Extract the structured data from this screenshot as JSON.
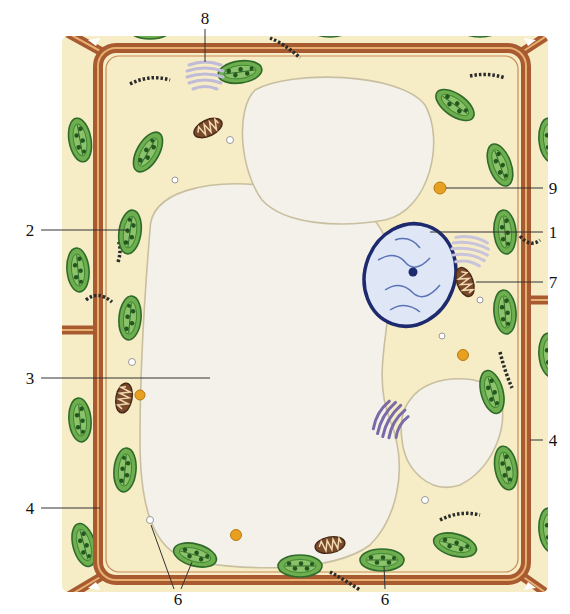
{
  "diagram": {
    "labels": [
      "8",
      "2",
      "9",
      "1",
      "7",
      "3",
      "4",
      "4",
      "6",
      "6"
    ]
  }
}
